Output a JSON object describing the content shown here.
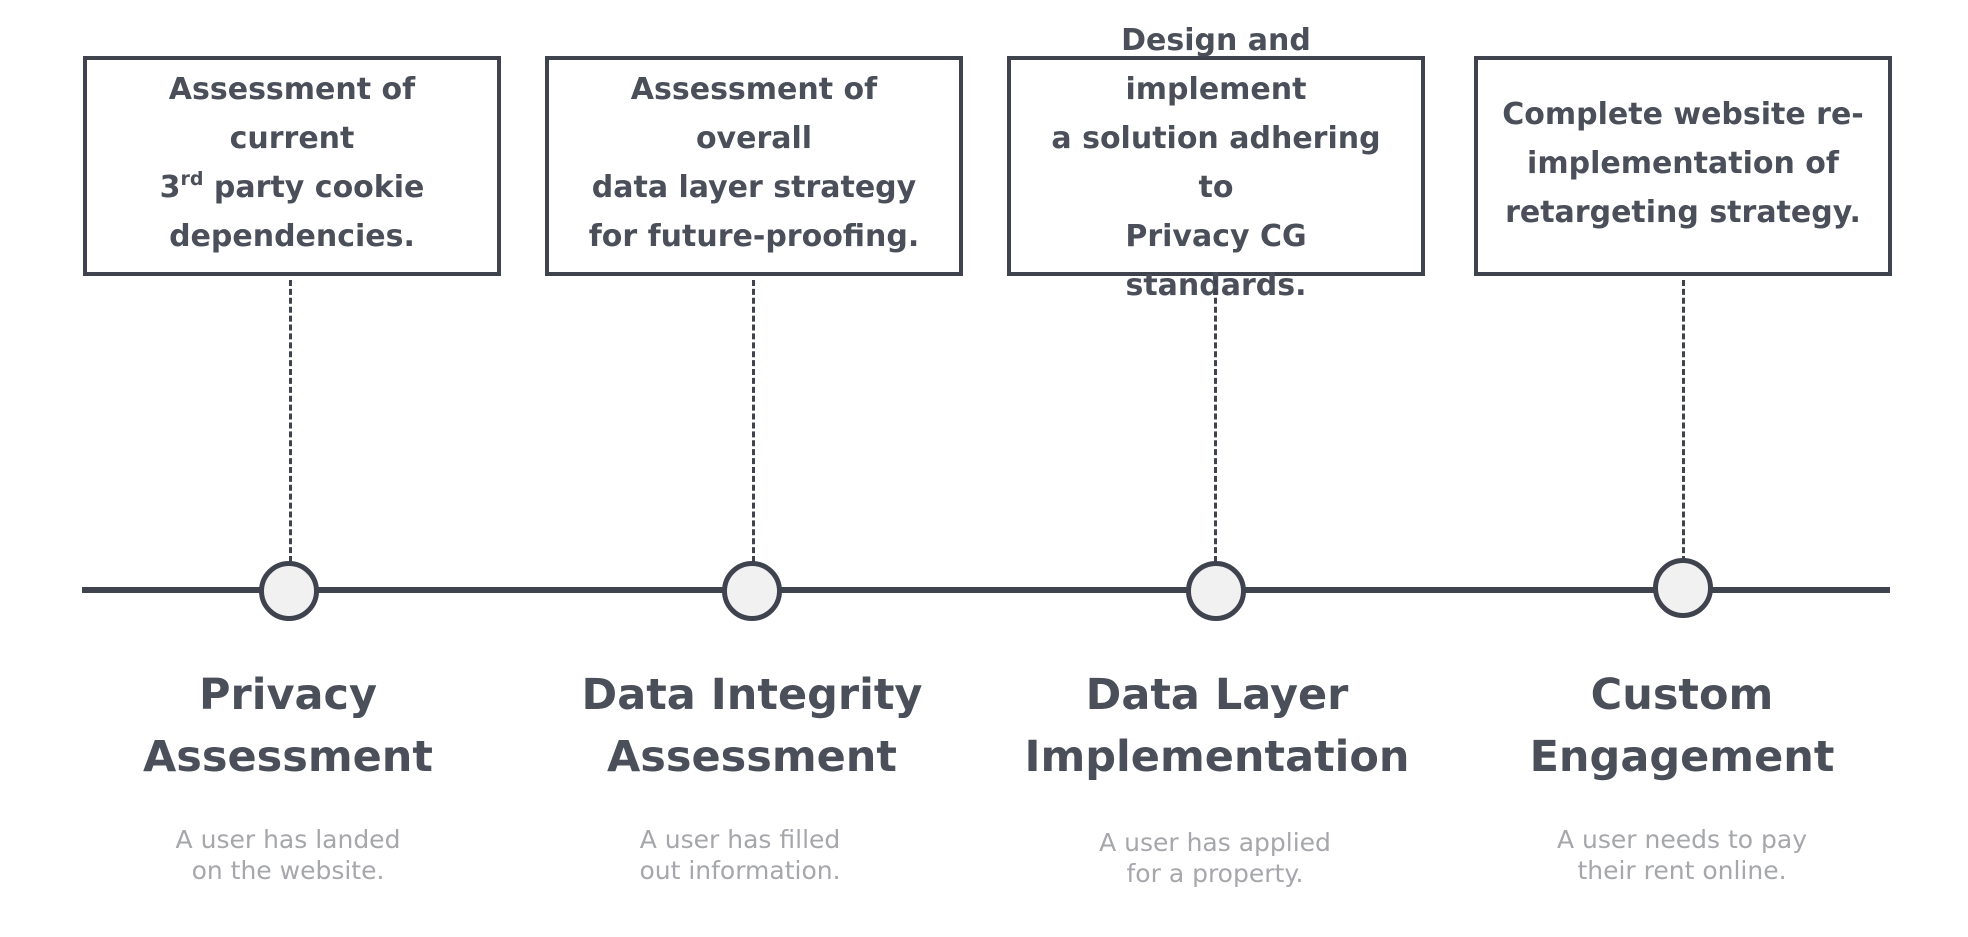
{
  "stages": [
    {
      "card_line1": "Assessment of current",
      "card_ordinal": "3",
      "card_ordinal_suffix": "rd",
      "card_line2_rest": " party cookie",
      "card_line3": "dependencies.",
      "title_line1": "Privacy",
      "title_line2": "Assessment",
      "desc_line1": "A user has landed",
      "desc_line2": "on the website."
    },
    {
      "card_line1": "Assessment of overall",
      "card_line2": "data layer strategy",
      "card_line3": "for future-proofing.",
      "title_line1": "Data Integrity",
      "title_line2": "Assessment",
      "desc_line1": "A user has filled",
      "desc_line2": "out information."
    },
    {
      "card_line1": "Design and implement",
      "card_line2": "a solution adhering to",
      "card_line3": "Privacy CG standards.",
      "title_line1": "Data Layer",
      "title_line2": "Implementation",
      "desc_line1": "A user has applied",
      "desc_line2": "for a property."
    },
    {
      "card_line1": "Complete website re-",
      "card_line2": "implementation of",
      "card_line3": "retargeting strategy.",
      "title_line1": "Custom",
      "title_line2": "Engagement",
      "desc_line1": "A user needs to pay",
      "desc_line2": "their rent online."
    }
  ],
  "colors": {
    "line": "#3e434d",
    "node_fill": "#f1f1f1",
    "text": "#4a4f59",
    "muted_text": "#a6a7ab"
  }
}
